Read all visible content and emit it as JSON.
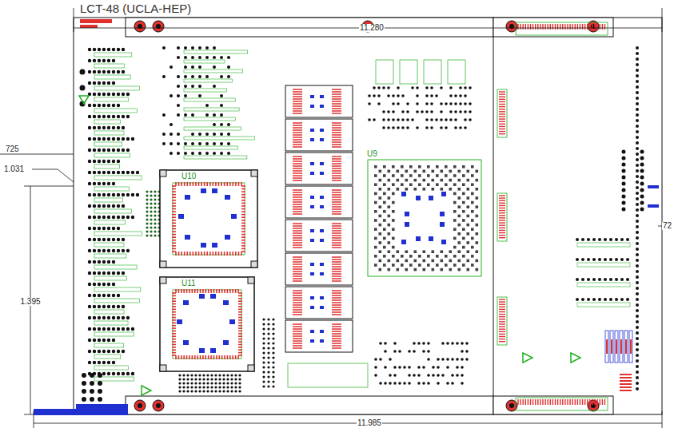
{
  "diagram": {
    "title": "LCT-48 (UCLA-HEP)",
    "nodes": [
      {
        "text": [
          "U10"
        ]
      },
      {
        "text": [
          "U11"
        ]
      },
      {
        "text": [
          "U9"
        ]
      }
    ],
    "labels": [
      "11.280",
      "11.985",
      "725",
      "1.031",
      "1.395",
      "72"
    ]
  }
}
